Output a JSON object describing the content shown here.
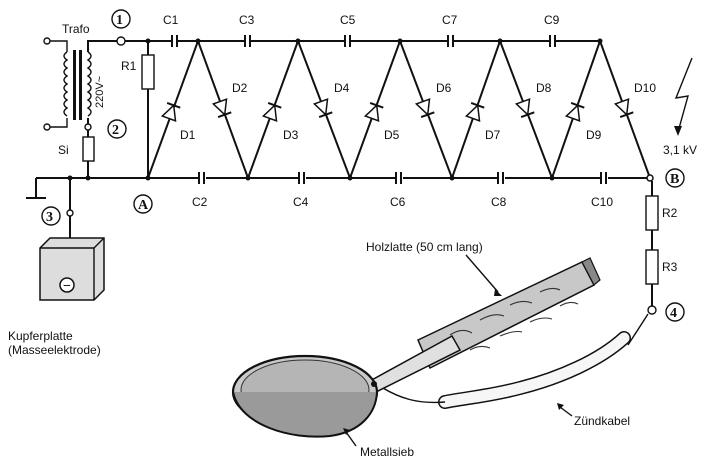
{
  "labels": {
    "trafo": "Trafo",
    "voltage_in": "220V~",
    "fuse": "Si",
    "resistor_r1": "R1",
    "resistor_r2": "R2",
    "resistor_r3": "R3",
    "output_voltage": "3,1 kV",
    "wood_stick": "Holzlatte (50 cm lang)",
    "ignition_cable": "Zündkabel",
    "metal_sieve": "Metallsieb",
    "copper_plate_line1": "Kupferplatte",
    "copper_plate_line2": "(Masseelektrode)"
  },
  "markers": {
    "m1": "1",
    "m2": "2",
    "m3": "3",
    "m4": "4",
    "mA": "A",
    "mB": "B"
  },
  "capacitors_top": [
    "C1",
    "C3",
    "C5",
    "C7",
    "C9"
  ],
  "capacitors_bottom": [
    "C2",
    "C4",
    "C6",
    "C8",
    "C10"
  ],
  "diodes": [
    "D1",
    "D2",
    "D3",
    "D4",
    "D5",
    "D6",
    "D7",
    "D8",
    "D9",
    "D10"
  ],
  "ground_plate_symbol": "−"
}
